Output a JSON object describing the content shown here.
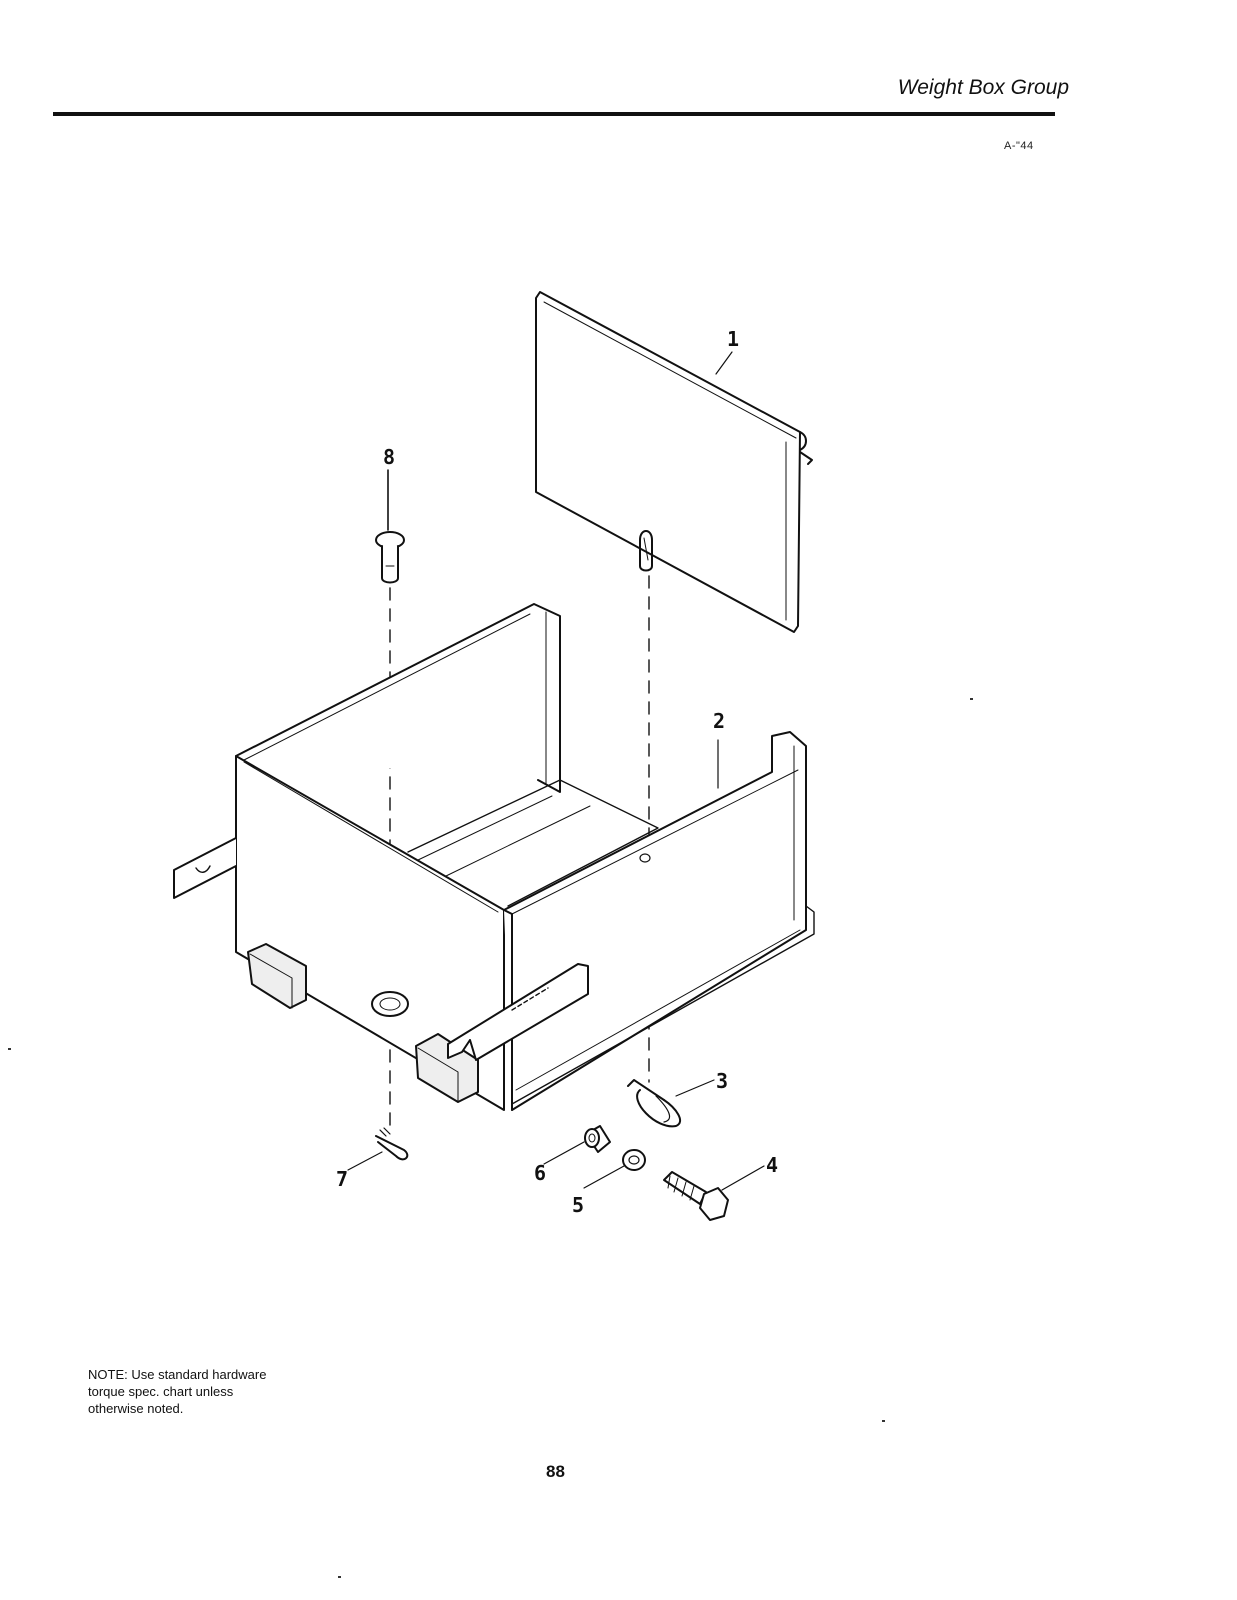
{
  "header": {
    "title": "Weight Box Group"
  },
  "figure": {
    "code": "A-\"44"
  },
  "callouts": [
    {
      "id": "1",
      "label": "1",
      "part": "lid-plate"
    },
    {
      "id": "2",
      "label": "2",
      "part": "weight-box"
    },
    {
      "id": "3",
      "label": "3",
      "part": "lynch-pin"
    },
    {
      "id": "4",
      "label": "4",
      "part": "bolt"
    },
    {
      "id": "5",
      "label": "5",
      "part": "washer"
    },
    {
      "id": "6",
      "label": "6",
      "part": "spacer"
    },
    {
      "id": "7",
      "label": "7",
      "part": "cotter-pin"
    },
    {
      "id": "8",
      "label": "8",
      "part": "clevis-pin"
    }
  ],
  "note": {
    "lines": [
      "NOTE: Use standard hardware",
      "torque spec. chart unless",
      "otherwise noted."
    ]
  },
  "footer": {
    "page_number": "88"
  }
}
